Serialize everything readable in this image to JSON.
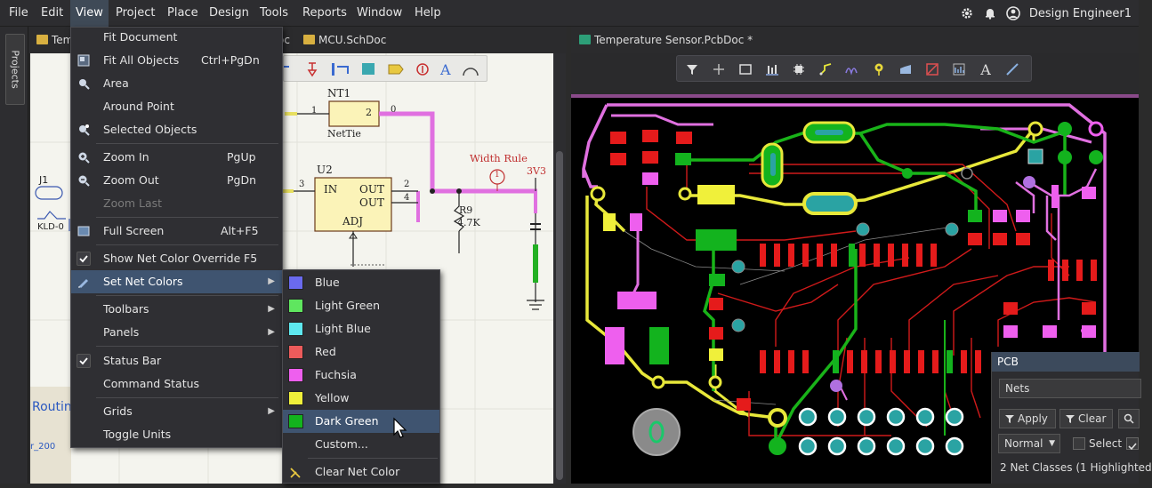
{
  "menubar": {
    "items": [
      {
        "label": "File"
      },
      {
        "label": "Edit"
      },
      {
        "label": "View"
      },
      {
        "label": "Project"
      },
      {
        "label": "Place"
      },
      {
        "label": "Design"
      },
      {
        "label": "Tools"
      },
      {
        "label": "Reports"
      },
      {
        "label": "Window"
      },
      {
        "label": "Help"
      }
    ],
    "user_name": "Design Engineer1"
  },
  "left_panel_tab": "Projects",
  "doc_tabs": {
    "tab1": "Tem",
    "tab2_suffix": "oc",
    "tab3": "MCU.SchDoc",
    "pcb_tab": "Temperature Sensor.PcbDoc *"
  },
  "view_menu": {
    "items": [
      {
        "label": "Fit Document",
        "shortcut": "",
        "icon": "fit-document-icon"
      },
      {
        "label": "Fit All Objects",
        "shortcut": "Ctrl+PgDn",
        "icon": "fit-all-objects-icon"
      },
      {
        "label": "Area",
        "shortcut": "",
        "icon": "zoom-area-icon"
      },
      {
        "label": "Around Point",
        "shortcut": "",
        "icon": ""
      },
      {
        "label": "Selected Objects",
        "shortcut": "",
        "icon": "selected-objects-icon"
      },
      {
        "label": "Zoom In",
        "shortcut": "PgUp",
        "icon": "zoom-in-icon"
      },
      {
        "label": "Zoom Out",
        "shortcut": "PgDn",
        "icon": "zoom-out-icon"
      },
      {
        "label": "Zoom Last",
        "shortcut": "",
        "icon": "zoom-last-icon"
      },
      {
        "label": "Full Screen",
        "shortcut": "Alt+F5",
        "icon": "full-screen-icon"
      },
      {
        "label": "Show Net Color Override",
        "shortcut": "F5",
        "icon": "check-icon"
      },
      {
        "label": "Set Net Colors",
        "shortcut": "",
        "icon": "pen-icon"
      },
      {
        "label": "Toolbars",
        "shortcut": "",
        "icon": ""
      },
      {
        "label": "Panels",
        "shortcut": "",
        "icon": ""
      },
      {
        "label": "Status Bar",
        "shortcut": "",
        "icon": "check-icon"
      },
      {
        "label": "Command Status",
        "shortcut": "",
        "icon": ""
      },
      {
        "label": "Grids",
        "shortcut": "",
        "icon": ""
      },
      {
        "label": "Toggle Units",
        "shortcut": "",
        "icon": ""
      }
    ]
  },
  "net_colors_menu": {
    "items": [
      {
        "label": "Blue",
        "color": "#6a6aee"
      },
      {
        "label": "Light Green",
        "color": "#5fe65f"
      },
      {
        "label": "Light Blue",
        "color": "#5ee8ef"
      },
      {
        "label": "Red",
        "color": "#ec5b5b"
      },
      {
        "label": "Fuchsia",
        "color": "#ee5fee"
      },
      {
        "label": "Yellow",
        "color": "#f0f03a"
      },
      {
        "label": "Dark Green",
        "color": "#13b31e"
      },
      {
        "label": "Custom...",
        "color": ""
      },
      {
        "label": "Clear Net Color",
        "color": ""
      }
    ]
  },
  "schematic": {
    "nt1": "NT1",
    "nt1_pin1": "1",
    "nt1_pin2": "2",
    "nt1_pin_right": "0",
    "nettie": "NetTie",
    "u2": "U2",
    "u2_in": "IN",
    "u2_out1": "OUT",
    "u2_out2": "OUT",
    "u2_adj": "ADJ",
    "u2_pin3": "3",
    "u2_pin2": "2",
    "u2_pin4": "4",
    "width_rule": "Width Rule",
    "rule_num": "1",
    "r9": "R9",
    "r9_val": "4.7K",
    "v3": "3V3",
    "j1": "J1",
    "kld": "KLD-0",
    "routin": "Routin",
    "r200": "r_200"
  },
  "pcb_panel": {
    "title": "PCB",
    "nets": "Nets",
    "apply": "Apply",
    "clear": "Clear",
    "normal": "Normal",
    "select": "Select",
    "net_classes": "2 Net Classes (1 Highlighted"
  },
  "colors": {
    "menu_hover": "#3f5470",
    "pcb_fuchsia": "#ee5fee",
    "pcb_yellow": "#f0f03a",
    "pcb_green": "#13b31e",
    "pcb_red": "#e51b1b",
    "pcb_teal": "#2aa3a3"
  }
}
